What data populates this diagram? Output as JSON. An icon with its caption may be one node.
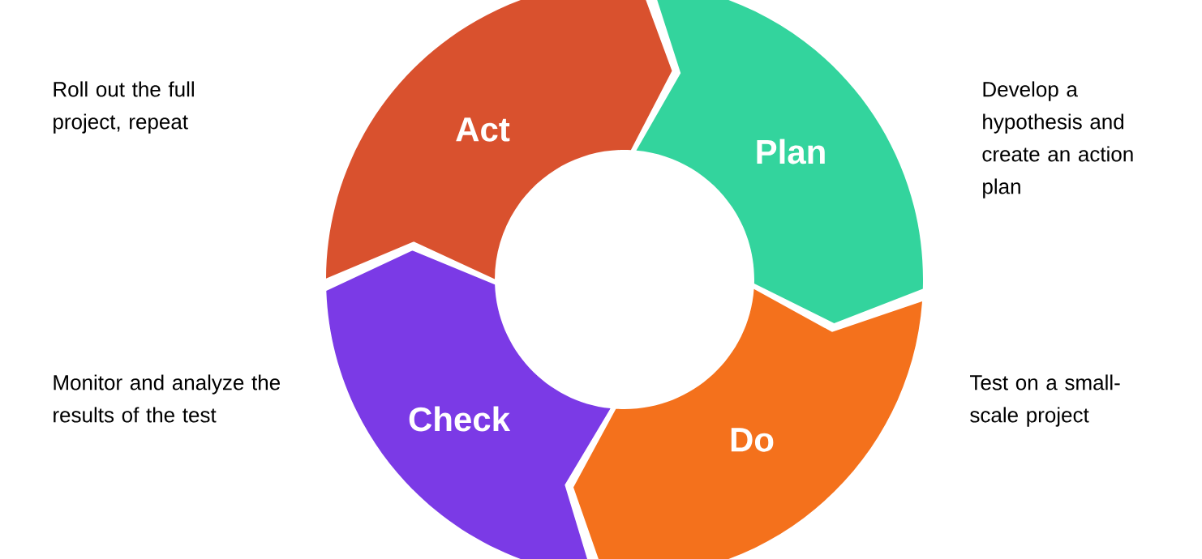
{
  "diagram": {
    "nodes": [
      {
        "text": [
          "Plan"
        ]
      },
      {
        "text": [
          "Do"
        ]
      },
      {
        "text": [
          "Check"
        ]
      },
      {
        "text": [
          "Act"
        ]
      }
    ],
    "labels": [
      "Roll out the full project, repeat",
      "Develop a hypothesis and create an action plan",
      "Monitor and analyze the results of the test",
      "Test on a small-scale project"
    ]
  }
}
